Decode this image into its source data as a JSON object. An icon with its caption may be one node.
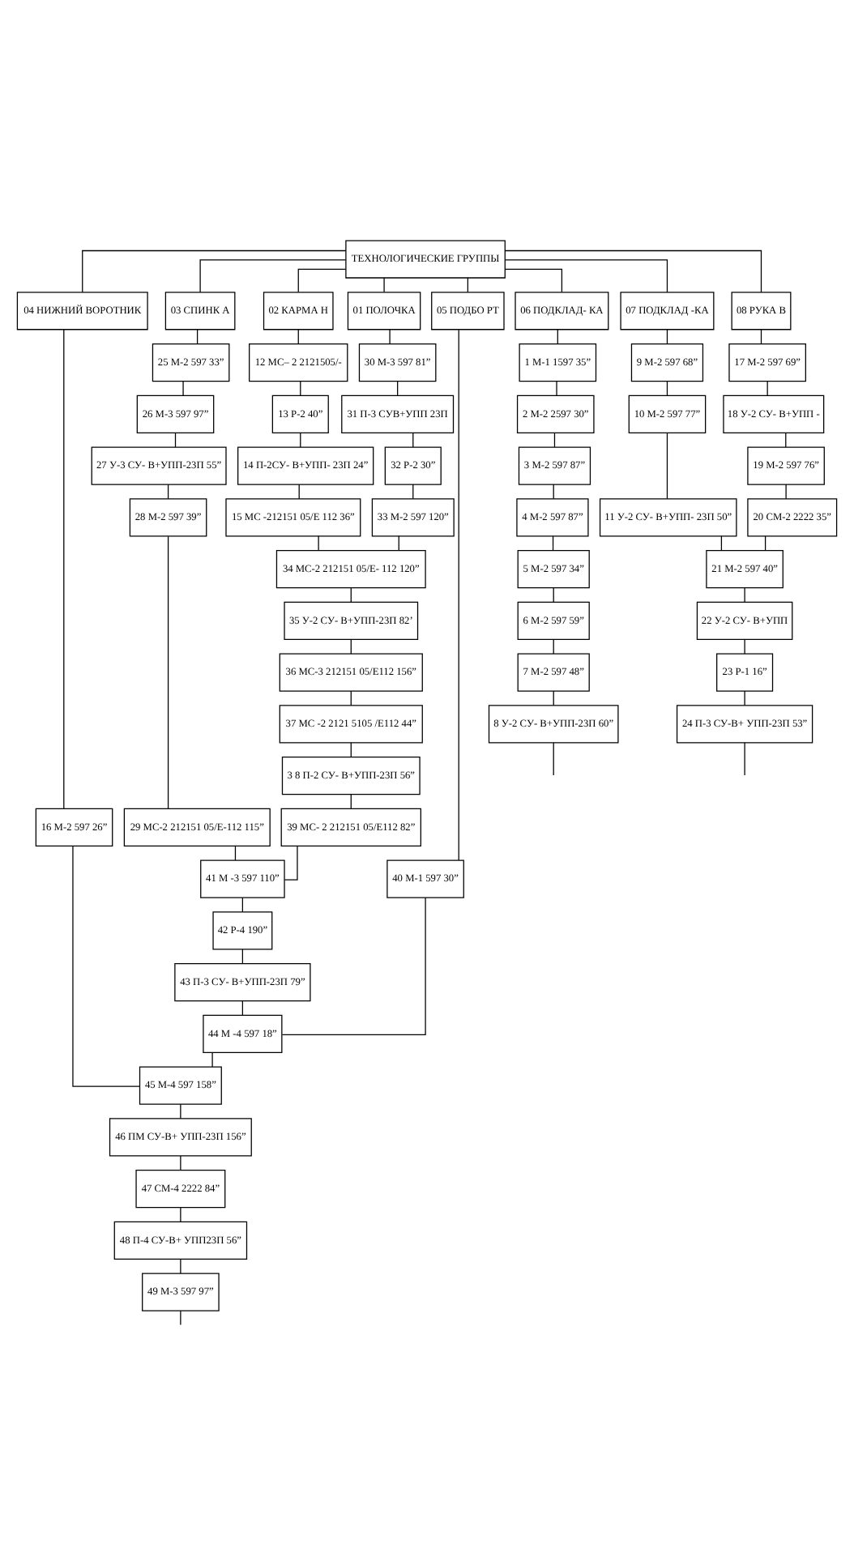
{
  "diagram": {
    "nodes": [
      {
        "text": [
          "ТЕХНОЛОГИЧЕСКИЕ ГРУППЫ"
        ]
      },
      {
        "text": [
          "04 НИЖНИЙ ВОРОТНИК"
        ]
      },
      {
        "text": [
          "03 СПИНК А"
        ]
      },
      {
        "text": [
          "02 КАРМА Н"
        ]
      },
      {
        "text": [
          "01 ПОЛОЧКА"
        ]
      },
      {
        "text": [
          "05 ПОДБО РТ"
        ]
      },
      {
        "text": [
          "06 ПОДКЛАД- КА"
        ]
      },
      {
        "text": [
          "07 ПОДКЛАД -КА"
        ]
      },
      {
        "text": [
          "08 РУКА В"
        ]
      },
      {
        "text": [
          "16 М-2 597 26”"
        ]
      },
      {
        "text": [
          "25 М-2 597 33”"
        ]
      },
      {
        "text": [
          "26 М-3 597 97”"
        ]
      },
      {
        "text": [
          "27 У-3 СУ- В+УПП-23П 55”"
        ]
      },
      {
        "text": [
          "28 М-2 597 39”"
        ]
      },
      {
        "text": [
          "29 МС-2 212151 05/Е-112 115”"
        ]
      },
      {
        "text": [
          "12 МС– 2 2121505/-"
        ]
      },
      {
        "text": [
          "13 Р-2 40”"
        ]
      },
      {
        "text": [
          "14 П-2СУ- В+УПП- 23П 24”"
        ]
      },
      {
        "text": [
          "15 МС -212151 05/Е 112 36”"
        ]
      },
      {
        "text": [
          "30 М-3 597 81”"
        ]
      },
      {
        "text": [
          "31 П-3 СУВ+УПП 23П"
        ]
      },
      {
        "text": [
          "32 Р-2 30”"
        ]
      },
      {
        "text": [
          "33 М-2 597 120”"
        ]
      },
      {
        "text": [
          "34 МС-2 212151 05/Е- 112 120”"
        ]
      },
      {
        "text": [
          "35 У-2 СУ- В+УПП-23П 82’"
        ]
      },
      {
        "text": [
          "36 МС-3 212151 05/Е112 156”"
        ]
      },
      {
        "text": [
          "37 МС -2 2121 5105 /Е112 44”"
        ]
      },
      {
        "text": [
          "3 8 П-2 СУ- В+УПП-23П 56”"
        ]
      },
      {
        "text": [
          "39 МС- 2 212151 05/Е112 82”"
        ]
      },
      {
        "text": [
          "41 М -3 597 110”"
        ]
      },
      {
        "text": [
          "42 Р-4 190”"
        ]
      },
      {
        "text": [
          "43 П-3 СУ- В+УПП-23П 79”"
        ]
      },
      {
        "text": [
          "44 М -4 597 18”"
        ]
      },
      {
        "text": [
          "45 М-4 597 158”"
        ]
      },
      {
        "text": [
          "46 ПМ СУ-В+ УПП-23П 156”"
        ]
      },
      {
        "text": [
          "47 СМ-4 2222 84”"
        ]
      },
      {
        "text": [
          "48 П-4 СУ-В+ УПП23П 56”"
        ]
      },
      {
        "text": [
          "49 М-3 597 97”"
        ]
      },
      {
        "text": [
          "40 М-1 597 30”"
        ]
      },
      {
        "text": [
          "1 М-1 1597 35”"
        ]
      },
      {
        "text": [
          "2 М-2 2597 30”"
        ]
      },
      {
        "text": [
          "3 М-2 597 87”"
        ]
      },
      {
        "text": [
          "4 М-2 597 87”"
        ]
      },
      {
        "text": [
          "5 М-2 597 34”"
        ]
      },
      {
        "text": [
          "6 М-2 597 59”"
        ]
      },
      {
        "text": [
          "7 М-2 597 48”"
        ]
      },
      {
        "text": [
          "8 У-2 СУ- В+УПП-23П 60”"
        ]
      },
      {
        "text": [
          "9 М-2 597 68”"
        ]
      },
      {
        "text": [
          "10 М-2 597 77”"
        ]
      },
      {
        "text": [
          "11 У-2 СУ- В+УПП- 23П 50”"
        ]
      },
      {
        "text": [
          "17 М-2 597 69”"
        ]
      },
      {
        "text": [
          "18 У-2 СУ- В+УПП -"
        ]
      },
      {
        "text": [
          "19 М-2 597 76”"
        ]
      },
      {
        "text": [
          "20 СМ-2 2222 35”"
        ]
      },
      {
        "text": [
          "21 М-2 597 40”"
        ]
      },
      {
        "text": [
          "22 У-2 СУ- В+УПП"
        ]
      },
      {
        "text": [
          "23 Р-1 16”"
        ]
      },
      {
        "text": [
          "24 П-3 СУ-В+ УПП-23П 53”"
        ]
      }
    ],
    "edges": [
      {
        "from": 0,
        "to": 1,
        "arrow": "none"
      },
      {
        "from": 0,
        "to": 2,
        "arrow": "none"
      },
      {
        "from": 0,
        "to": 3,
        "arrow": "none"
      },
      {
        "from": 0,
        "to": 4,
        "arrow": "none"
      },
      {
        "from": 0,
        "to": 5,
        "arrow": "none"
      },
      {
        "from": 0,
        "to": 6,
        "arrow": "none"
      },
      {
        "from": 0,
        "to": 7,
        "arrow": "none"
      },
      {
        "from": 0,
        "to": 8,
        "arrow": "none"
      },
      {
        "from": 1,
        "to": 9,
        "arrow": "none"
      },
      {
        "from": 2,
        "to": 10,
        "arrow": "none"
      },
      {
        "from": 10,
        "to": 11,
        "arrow": "none"
      },
      {
        "from": 11,
        "to": 12,
        "arrow": "none"
      },
      {
        "from": 12,
        "to": 13,
        "arrow": "none"
      },
      {
        "from": 13,
        "to": 14,
        "arrow": "none"
      },
      {
        "from": 3,
        "to": 15,
        "arrow": "none"
      },
      {
        "from": 15,
        "to": 16,
        "arrow": "none"
      },
      {
        "from": 16,
        "to": 17,
        "arrow": "none"
      },
      {
        "from": 17,
        "to": 18,
        "arrow": "none"
      },
      {
        "from": 4,
        "to": 19,
        "arrow": "none"
      },
      {
        "from": 19,
        "to": 20,
        "arrow": "none"
      },
      {
        "from": 20,
        "to": 21,
        "arrow": "none"
      },
      {
        "from": 21,
        "to": 22,
        "arrow": "none"
      },
      {
        "from": 22,
        "to": 23,
        "arrow": "none"
      },
      {
        "from": 18,
        "to": 23,
        "arrow": "none"
      },
      {
        "from": 23,
        "to": 24,
        "arrow": "none"
      },
      {
        "from": 24,
        "to": 25,
        "arrow": "none"
      },
      {
        "from": 25,
        "to": 26,
        "arrow": "none"
      },
      {
        "from": 26,
        "to": 27,
        "arrow": "none"
      },
      {
        "from": 27,
        "to": 28,
        "arrow": "none"
      },
      {
        "from": 28,
        "to": 29,
        "arrow": "none"
      },
      {
        "from": 14,
        "to": 29,
        "arrow": "none"
      },
      {
        "from": 29,
        "to": 30,
        "arrow": "none"
      },
      {
        "from": 30,
        "to": 31,
        "arrow": "none"
      },
      {
        "from": 31,
        "to": 32,
        "arrow": "none"
      },
      {
        "from": 38,
        "to": 32,
        "arrow": "none"
      },
      {
        "from": 32,
        "to": 33,
        "arrow": "none"
      },
      {
        "from": 9,
        "to": 33,
        "arrow": "none"
      },
      {
        "from": 33,
        "to": 34,
        "arrow": "none"
      },
      {
        "from": 34,
        "to": 35,
        "arrow": "none"
      },
      {
        "from": 35,
        "to": 36,
        "arrow": "none"
      },
      {
        "from": 36,
        "to": 37,
        "arrow": "none"
      },
      {
        "from": 37,
        "to": null,
        "arrow": "none"
      },
      {
        "from": 5,
        "to": 38,
        "arrow": "none"
      },
      {
        "from": 6,
        "to": 39,
        "arrow": "none"
      },
      {
        "from": 39,
        "to": 40,
        "arrow": "none"
      },
      {
        "from": 40,
        "to": 41,
        "arrow": "none"
      },
      {
        "from": 41,
        "to": 42,
        "arrow": "none"
      },
      {
        "from": 42,
        "to": 43,
        "arrow": "none"
      },
      {
        "from": 43,
        "to": 44,
        "arrow": "none"
      },
      {
        "from": 44,
        "to": 45,
        "arrow": "none"
      },
      {
        "from": 45,
        "to": 46,
        "arrow": "none"
      },
      {
        "from": 46,
        "to": null,
        "arrow": "none"
      },
      {
        "from": 7,
        "to": 47,
        "arrow": "none"
      },
      {
        "from": 47,
        "to": 48,
        "arrow": "none"
      },
      {
        "from": 48,
        "to": 49,
        "arrow": "none"
      },
      {
        "from": 49,
        "to": 54,
        "arrow": "none"
      },
      {
        "from": 8,
        "to": 50,
        "arrow": "none"
      },
      {
        "from": 50,
        "to": 51,
        "arrow": "none"
      },
      {
        "from": 51,
        "to": 52,
        "arrow": "none"
      },
      {
        "from": 52,
        "to": 53,
        "arrow": "none"
      },
      {
        "from": 53,
        "to": 54,
        "arrow": "none"
      },
      {
        "from": 54,
        "to": 55,
        "arrow": "none"
      },
      {
        "from": 55,
        "to": 56,
        "arrow": "none"
      },
      {
        "from": 56,
        "to": 57,
        "arrow": "none"
      },
      {
        "from": 57,
        "to": null,
        "arrow": "none"
      }
    ]
  }
}
